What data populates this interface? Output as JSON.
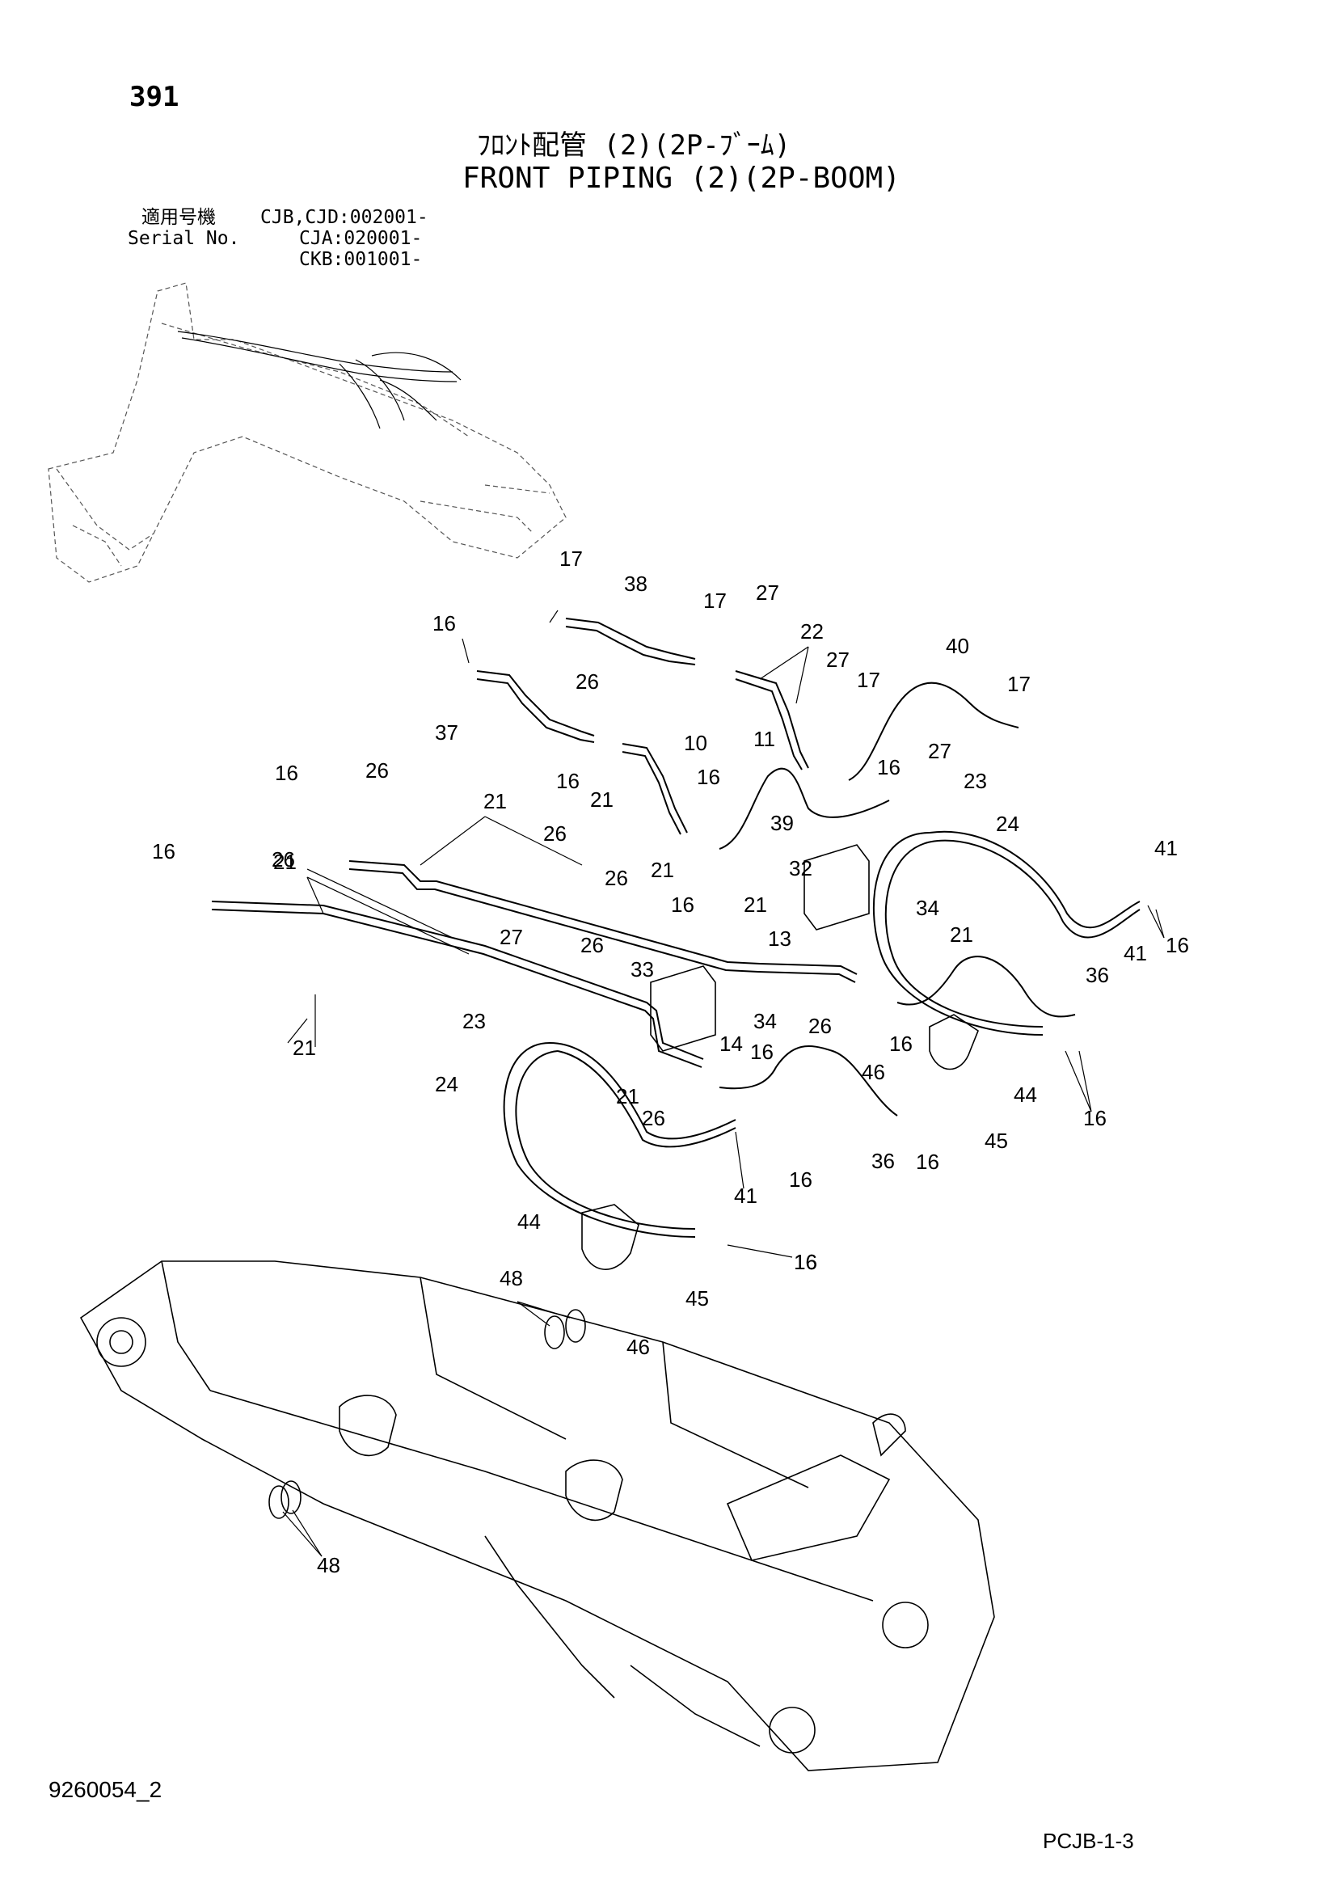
{
  "header": {
    "page_number": "391",
    "title_jp": "ﾌﾛﾝﾄ配管 (2)(2P-ﾌﾞｰﾑ)",
    "title_en": "FRONT PIPING (2)(2P-BOOM)"
  },
  "applicability": {
    "label_jp": "適用号機",
    "label_en": "Serial No.",
    "values": [
      "CJB,CJD:002001-",
      "CJA:020001-",
      "CKB:001001-"
    ]
  },
  "footer": {
    "drawing_id": "9260054_2",
    "page_code": "PCJB-1-3"
  },
  "callouts": [
    "17",
    "38",
    "17",
    "27",
    "22",
    "16",
    "27",
    "17",
    "40",
    "17",
    "26",
    "37",
    "10",
    "11",
    "16",
    "16",
    "16",
    "21",
    "16",
    "39",
    "27",
    "23",
    "26",
    "21",
    "26",
    "24",
    "21",
    "26",
    "21",
    "16",
    "26",
    "32",
    "41",
    "21",
    "34",
    "16",
    "41",
    "16",
    "13",
    "21",
    "27",
    "26",
    "33",
    "36",
    "26",
    "23",
    "34",
    "16",
    "14",
    "16",
    "21",
    "46",
    "44",
    "24",
    "21",
    "26",
    "16",
    "16",
    "45",
    "41",
    "36",
    "16",
    "16",
    "44",
    "16",
    "48",
    "45",
    "46",
    "48"
  ]
}
